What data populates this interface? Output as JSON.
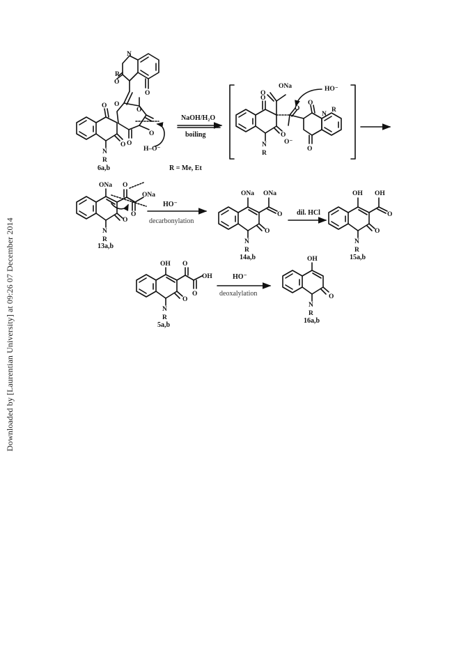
{
  "watermark": "Downloaded by [Laurentian University] at 09:26 07 December 2014",
  "scheme": {
    "compounds": {
      "c6": "6a,b",
      "c13": "13a,b",
      "c14": "14a,b",
      "c15": "15a,b",
      "c5": "5a,b",
      "c16": "16a,b"
    },
    "conditions": {
      "step1_top": "NaOH/H₂O",
      "step1_bottom": "boiling",
      "substituent": "R = Me, Et",
      "step2_top": "HO⁻",
      "step2_bottom": "decarbonylation",
      "step3_top": "dil. HCl",
      "step4_top": "HO⁻",
      "step4_bottom": "deoxalylation"
    },
    "atoms": {
      "R": "R",
      "N": "N",
      "O": "O",
      "ONa": "ONa",
      "OH": "OH",
      "HO_minus": "HO⁻",
      "H_O_minus": "H–O⁻",
      "O_minus": "O⁻"
    }
  }
}
